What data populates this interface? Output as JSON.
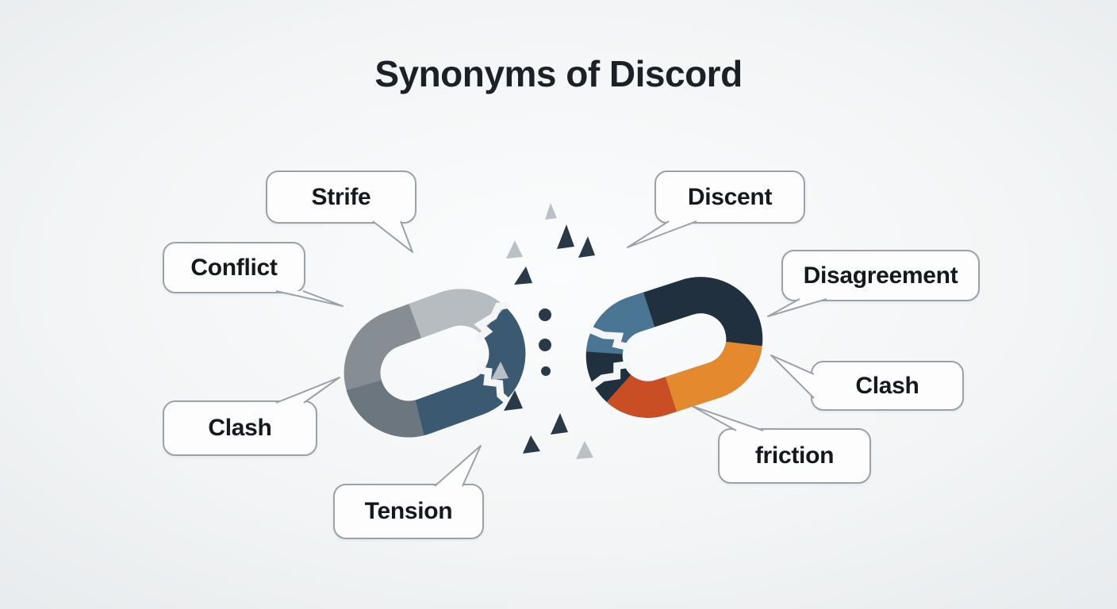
{
  "title": "Synonyms of Discord",
  "bubbles": {
    "strife": {
      "label": "Strife"
    },
    "conflict": {
      "label": "Conflict"
    },
    "clash_left": {
      "label": "Clash"
    },
    "tension": {
      "label": "Tension"
    },
    "discent": {
      "label": "Discent"
    },
    "disagreement": {
      "label": "Disagreement"
    },
    "clash_right": {
      "label": "Clash"
    },
    "friction": {
      "label": "friction"
    }
  },
  "illustration": {
    "name": "broken-chain",
    "colors": {
      "left_base": "#868e94",
      "left_light": "#b6bcc0",
      "left_dark": "#3b5a71",
      "left_mid": "#6b767e",
      "right_navy": "#20303f",
      "right_slate": "#4a7694",
      "right_orange": "#e5892f",
      "right_red": "#c94e24",
      "burst_dark": "#2a3948",
      "burst_light": "#b9c0c6",
      "crack": "#f3f5f6"
    }
  }
}
